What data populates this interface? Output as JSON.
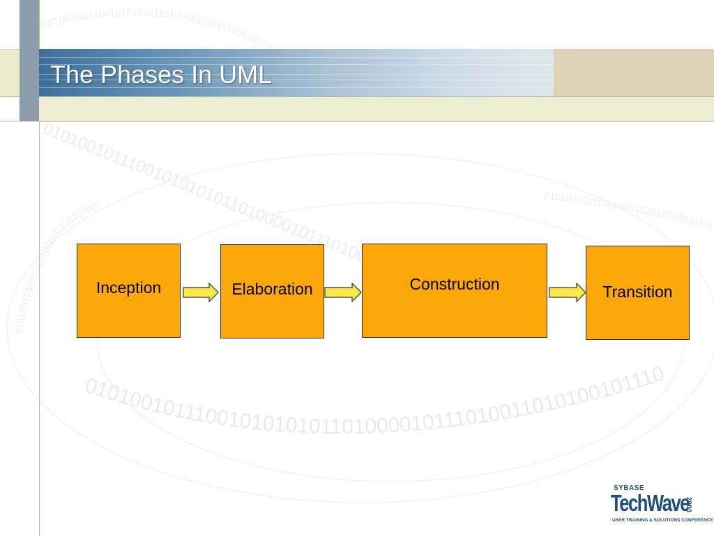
{
  "slide": {
    "title": "The Phases In UML"
  },
  "phases": [
    {
      "label": "Inception"
    },
    {
      "label": "Elaboration"
    },
    {
      "label": "Construction"
    },
    {
      "label": "Transition"
    }
  ],
  "logo": {
    "brand": "SYBASE",
    "name": "TechWave",
    "year": "2003",
    "tagline": "USER TRAINING & SOLUTIONS CONFERENCE"
  },
  "background": {
    "binary_text": "0101001011100101010101101000010111010011010100101110"
  },
  "colors": {
    "phase_fill": "#fda80a",
    "header_blue": "#3c6f9a",
    "accent_light": "#eceed4"
  }
}
